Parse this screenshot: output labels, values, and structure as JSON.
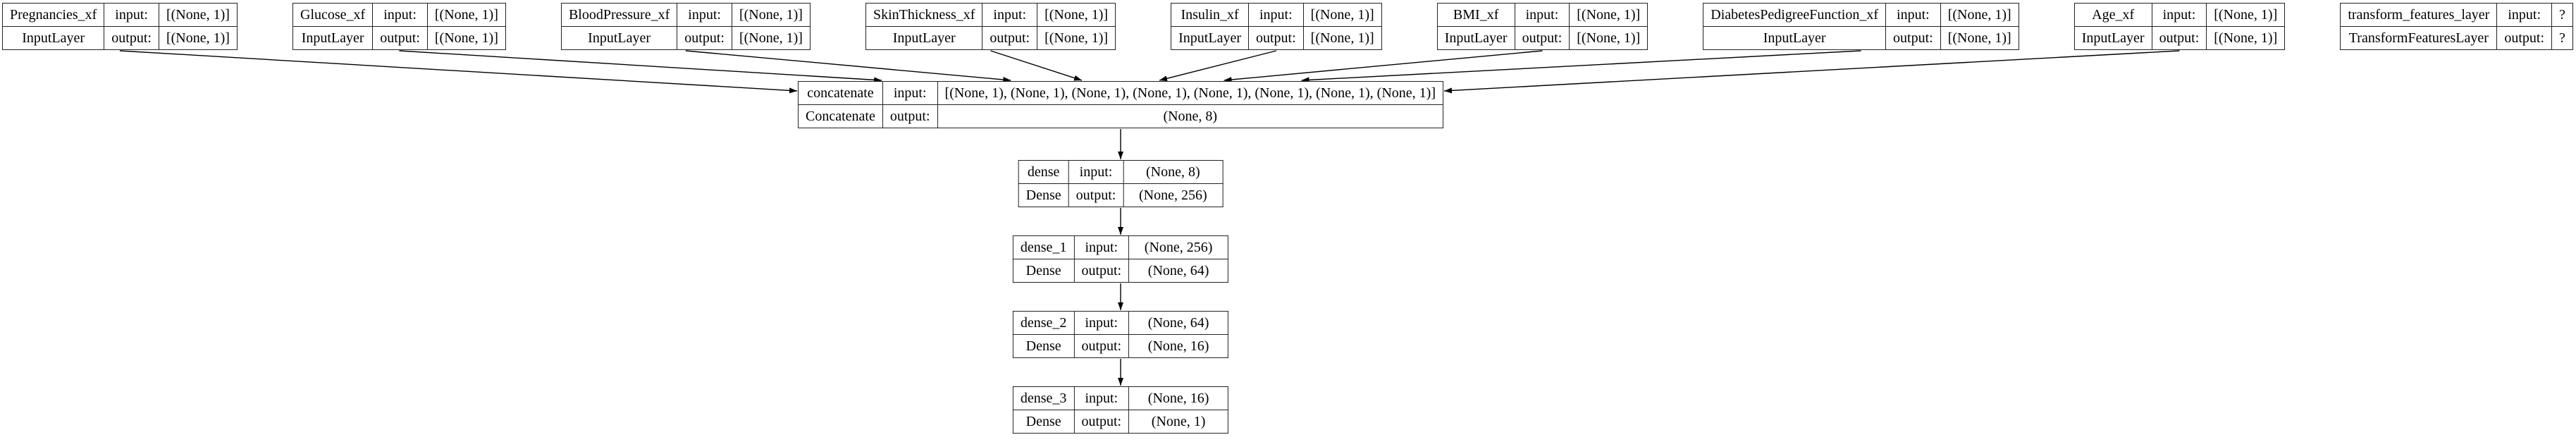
{
  "diagram": {
    "background": "#ffffff",
    "border_color": "#222222",
    "text_color": "#000000",
    "edge_color": "#000000"
  },
  "labels": {
    "input": "input:",
    "output": "output:"
  },
  "input_nodes": [
    {
      "name": "Pregnancies_xf",
      "layer_class": "InputLayer",
      "input_shape": "[(None, 1)]",
      "output_shape": "[(None, 1)]"
    },
    {
      "name": "Glucose_xf",
      "layer_class": "InputLayer",
      "input_shape": "[(None, 1)]",
      "output_shape": "[(None, 1)]"
    },
    {
      "name": "BloodPressure_xf",
      "layer_class": "InputLayer",
      "input_shape": "[(None, 1)]",
      "output_shape": "[(None, 1)]"
    },
    {
      "name": "SkinThickness_xf",
      "layer_class": "InputLayer",
      "input_shape": "[(None, 1)]",
      "output_shape": "[(None, 1)]"
    },
    {
      "name": "Insulin_xf",
      "layer_class": "InputLayer",
      "input_shape": "[(None, 1)]",
      "output_shape": "[(None, 1)]"
    },
    {
      "name": "BMI_xf",
      "layer_class": "InputLayer",
      "input_shape": "[(None, 1)]",
      "output_shape": "[(None, 1)]"
    },
    {
      "name": "DiabetesPedigreeFunction_xf",
      "layer_class": "InputLayer",
      "input_shape": "[(None, 1)]",
      "output_shape": "[(None, 1)]"
    },
    {
      "name": "Age_xf",
      "layer_class": "InputLayer",
      "input_shape": "[(None, 1)]",
      "output_shape": "[(None, 1)]"
    }
  ],
  "transform_node": {
    "name": "transform_features_layer",
    "layer_class": "TransformFeaturesLayer",
    "input_shape": "?",
    "output_shape": "?"
  },
  "concatenate_node": {
    "name": "concatenate",
    "layer_class": "Concatenate",
    "input_shape": "[(None, 1), (None, 1), (None, 1), (None, 1), (None, 1), (None, 1), (None, 1), (None, 1)]",
    "output_shape": "(None, 8)"
  },
  "dense_nodes": [
    {
      "name": "dense",
      "layer_class": "Dense",
      "input_shape": "(None, 8)",
      "output_shape": "(None, 256)"
    },
    {
      "name": "dense_1",
      "layer_class": "Dense",
      "input_shape": "(None, 256)",
      "output_shape": "(None, 64)"
    },
    {
      "name": "dense_2",
      "layer_class": "Dense",
      "input_shape": "(None, 64)",
      "output_shape": "(None, 16)"
    },
    {
      "name": "dense_3",
      "layer_class": "Dense",
      "input_shape": "(None, 16)",
      "output_shape": "(None, 1)"
    }
  ],
  "edges": [
    {
      "from": "Pregnancies_xf",
      "to": "concatenate"
    },
    {
      "from": "Glucose_xf",
      "to": "concatenate"
    },
    {
      "from": "BloodPressure_xf",
      "to": "concatenate"
    },
    {
      "from": "SkinThickness_xf",
      "to": "concatenate"
    },
    {
      "from": "Insulin_xf",
      "to": "concatenate"
    },
    {
      "from": "BMI_xf",
      "to": "concatenate"
    },
    {
      "from": "DiabetesPedigreeFunction_xf",
      "to": "concatenate"
    },
    {
      "from": "Age_xf",
      "to": "concatenate"
    },
    {
      "from": "concatenate",
      "to": "dense"
    },
    {
      "from": "dense",
      "to": "dense_1"
    },
    {
      "from": "dense_1",
      "to": "dense_2"
    },
    {
      "from": "dense_2",
      "to": "dense_3"
    }
  ]
}
